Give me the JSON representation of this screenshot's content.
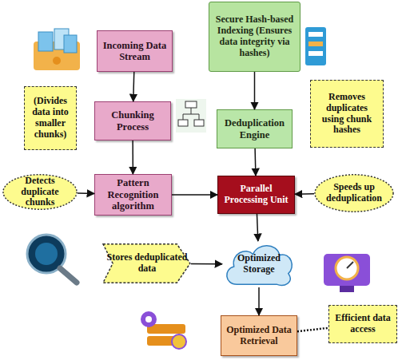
{
  "diagram": {
    "nodes": [
      {
        "text": [
          "Incoming Data Stream"
        ]
      },
      {
        "text": [
          "Secure Hash-based Indexing (Ensures data integrity via hashes)"
        ]
      },
      {
        "text": [
          "(Divides data into smaller chunks)"
        ]
      },
      {
        "text": [
          "Chunking Process"
        ]
      },
      {
        "text": [
          "Removes duplicates using chunk hashes"
        ]
      },
      {
        "text": [
          "Deduplication Engine"
        ]
      },
      {
        "text": [
          "Detects duplicate chunks"
        ]
      },
      {
        "text": [
          "Pattern Recognition algorithm"
        ]
      },
      {
        "text": [
          "Parallel Processing Unit"
        ]
      },
      {
        "text": [
          "Speeds up deduplication"
        ]
      },
      {
        "text": [
          "Stores deduplicated data"
        ]
      },
      {
        "text": [
          "Optimized Storage"
        ]
      },
      {
        "text": [
          "Optimized Data Retrieval"
        ]
      },
      {
        "text": [
          "Efficient data access"
        ]
      }
    ],
    "edges": [
      {
        "from": 0,
        "to": 3,
        "arrow": "to"
      },
      {
        "from": 1,
        "to": 5,
        "arrow": "to"
      },
      {
        "from": 3,
        "to": 7,
        "arrow": "to"
      },
      {
        "from": 5,
        "to": 8,
        "arrow": "to"
      },
      {
        "from": 6,
        "to": 7,
        "arrow": "to"
      },
      {
        "from": 7,
        "to": 8,
        "arrow": "to"
      },
      {
        "from": 9,
        "to": 8,
        "arrow": "to"
      },
      {
        "from": 8,
        "to": 11,
        "arrow": "to"
      },
      {
        "from": 10,
        "to": 11,
        "arrow": "to"
      },
      {
        "from": 11,
        "to": 12,
        "arrow": "to"
      },
      {
        "from": 12,
        "to": 13,
        "arrow": "none"
      }
    ]
  }
}
